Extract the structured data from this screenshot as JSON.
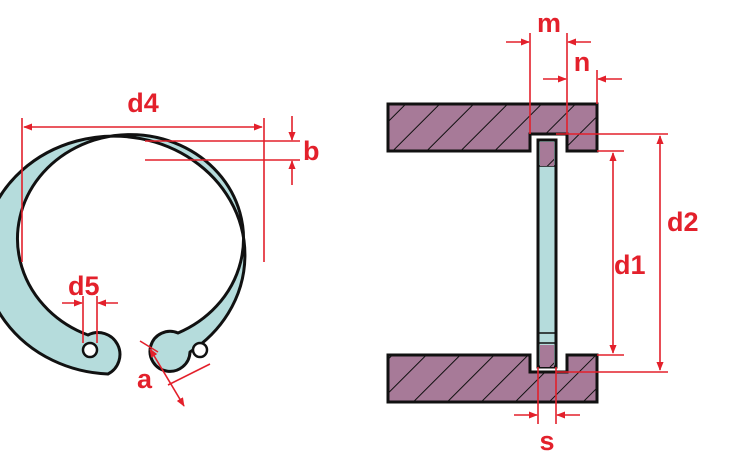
{
  "diagram": {
    "labels": {
      "d4": "d4",
      "b": "b",
      "d5": "d5",
      "a": "a",
      "m": "m",
      "n": "n",
      "d2": "d2",
      "d1": "d1",
      "s": "s"
    },
    "colors": {
      "ring_fill": "#b5dcdc",
      "housing_fill": "#a77a98",
      "dimension": "#e3202b",
      "outline": "#111111"
    }
  }
}
